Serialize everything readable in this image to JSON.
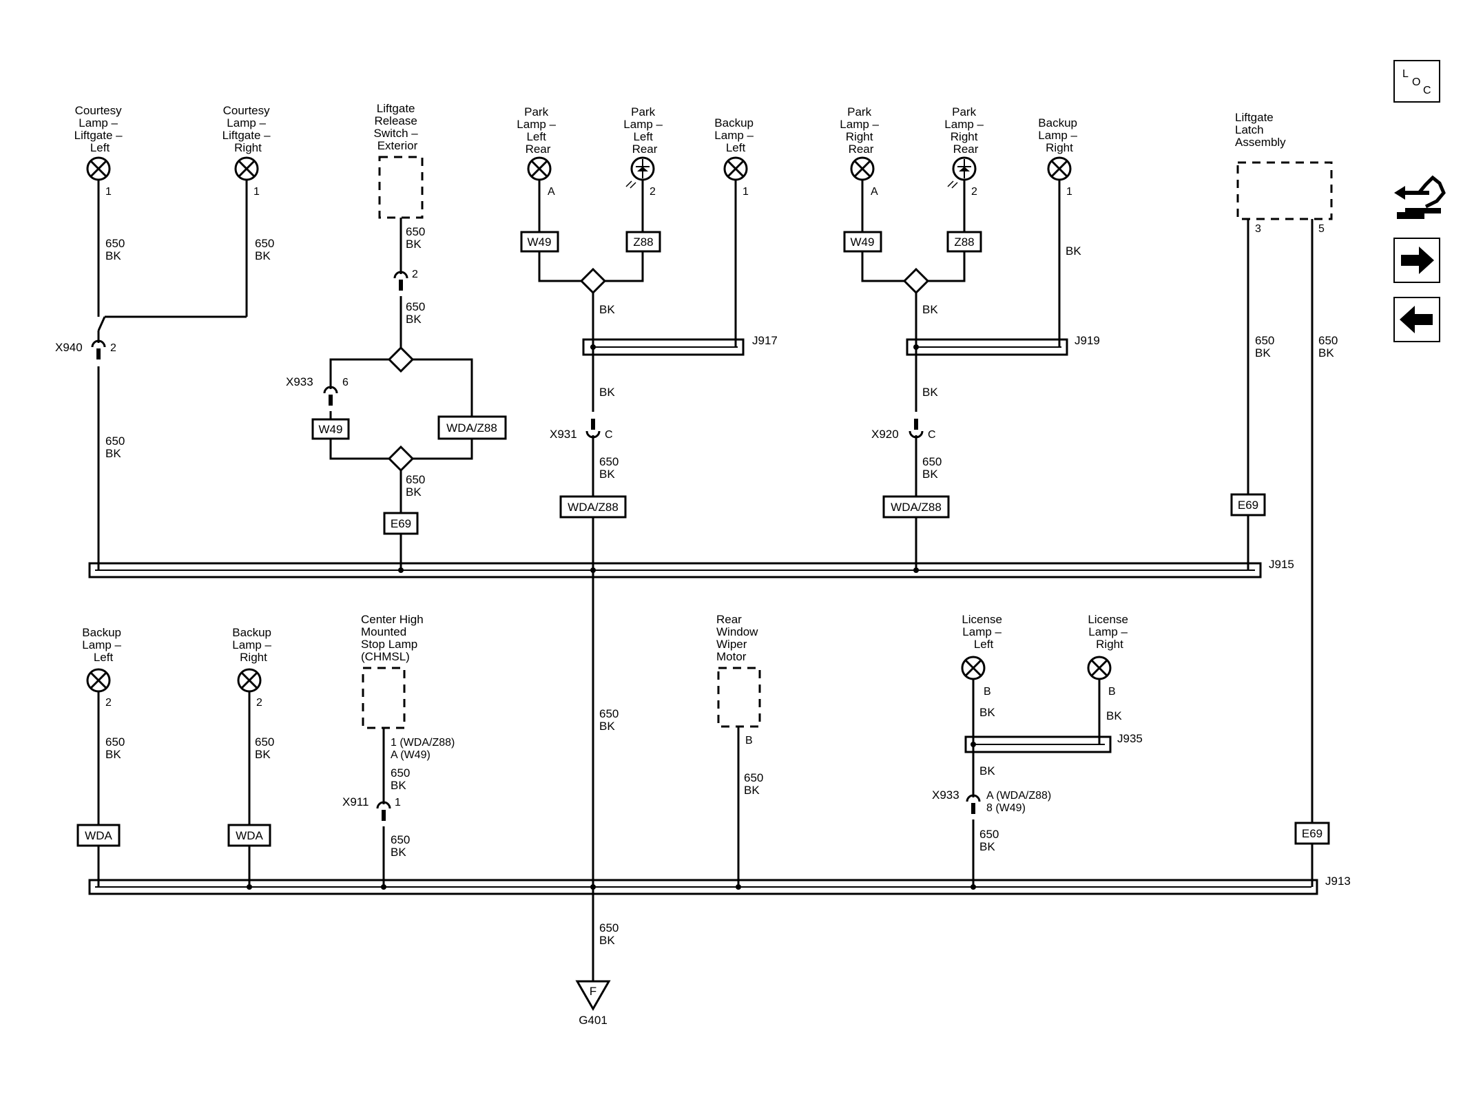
{
  "components": {
    "courtesy_left": [
      "Courtesy",
      "Lamp –",
      "Liftgate –",
      "Left"
    ],
    "courtesy_right": [
      "Courtesy",
      "Lamp –",
      "Liftgate –",
      "Right"
    ],
    "liftgate_release": [
      "Liftgate",
      "Release",
      "Switch –",
      "Exterior"
    ],
    "park_left_rear_a": [
      "Park",
      "Lamp –",
      "Left",
      "Rear"
    ],
    "park_left_rear_b": [
      "Park",
      "Lamp –",
      "Left",
      "Rear"
    ],
    "backup_left_top": [
      "Backup",
      "Lamp –",
      "Left"
    ],
    "park_right_rear_a": [
      "Park",
      "Lamp –",
      "Right",
      "Rear"
    ],
    "park_right_rear_b": [
      "Park",
      "Lamp –",
      "Right",
      "Rear"
    ],
    "backup_right_top": [
      "Backup",
      "Lamp –",
      "Right"
    ],
    "liftgate_latch": [
      "Liftgate",
      "Latch",
      "Assembly"
    ],
    "backup_left_bottom": [
      "Backup",
      "Lamp –",
      "Left"
    ],
    "backup_right_bottom": [
      "Backup",
      "Lamp –",
      "Right"
    ],
    "chmsl": [
      "Center High",
      "Mounted",
      "Stop Lamp",
      "(CHMSL)"
    ],
    "wiper_motor": [
      "Rear",
      "Window",
      "Wiper",
      "Motor"
    ],
    "license_left": [
      "License",
      "Lamp –",
      "Left"
    ],
    "license_right": [
      "License",
      "Lamp –",
      "Right"
    ]
  },
  "wire": {
    "circuit": "650",
    "color": "BK"
  },
  "pins": {
    "p1": "1",
    "p2": "2",
    "p3": "3",
    "p5": "5",
    "p6": "6",
    "pA": "A",
    "pB": "B",
    "pC": "C",
    "chmsl_pin_1": "1 (WDA/Z88)",
    "chmsl_pin_2": "A (W49)",
    "x933b_pin_1": "A (WDA/Z88)",
    "x933b_pin_2": "8 (W49)"
  },
  "options": {
    "w49": "W49",
    "z88": "Z88",
    "wda_z88": "WDA/Z88",
    "e69": "E69",
    "wda": "WDA"
  },
  "connectors": {
    "x940": "X940",
    "x933": "X933",
    "x931": "X931",
    "x920": "X920",
    "x911": "X911"
  },
  "splices": {
    "j913": "J913",
    "j915": "J915",
    "j917": "J917",
    "j919": "J919",
    "j935": "J935"
  },
  "ground": {
    "letter": "F",
    "id": "G401"
  },
  "side_nav": {
    "loc_l": "L",
    "loc_o": "O",
    "loc_c": "C"
  }
}
